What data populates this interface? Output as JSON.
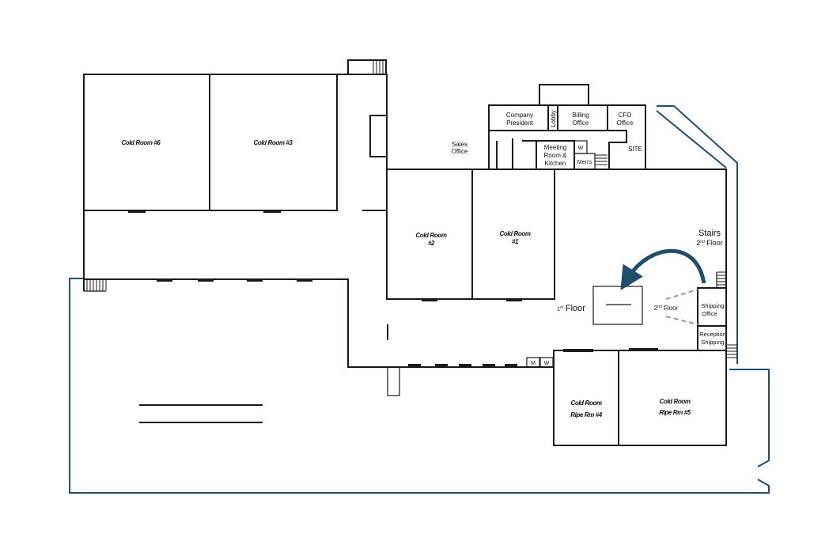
{
  "rooms": {
    "cold_room_6": "Cold Room #6",
    "cold_room_3": "Cold Room #3",
    "cold_room_2": [
      "Cold Room",
      "#2"
    ],
    "cold_room_1": [
      "Cold Room",
      "#1"
    ],
    "cold_room_ripe_4": [
      "Cold Room",
      "Ripe Rm #4"
    ],
    "cold_room_ripe_5": [
      "Cold Room",
      "Ripe Rm #5"
    ],
    "sales_office": [
      "Sales",
      "Office"
    ],
    "company_president": [
      "Company",
      "President"
    ],
    "lobby": "Lobby",
    "billing_office": [
      "Billing",
      "Office"
    ],
    "cfo_office": [
      "CFO",
      "Office"
    ],
    "meeting_room": [
      "Meeting",
      "Room &",
      "Kitchen"
    ],
    "womens_w": "W",
    "mens": "Men's",
    "site": "SITE",
    "stairs": "Stairs",
    "second_floor_stairs": {
      "num": "2",
      "sup": "nd",
      "rest": " Floor"
    },
    "first_floor": {
      "num": "1",
      "sup": "st",
      "rest": " Floor"
    },
    "second_floor_inset": {
      "num": "2",
      "sup": "nd",
      "rest": " Floor"
    },
    "shipping_office": [
      "Shipping",
      "Office"
    ],
    "reception_shipping": [
      "Reception",
      "Shipping"
    ],
    "restroom_m": "M",
    "restroom_w": "W"
  },
  "colors": {
    "walls": "#1a1a1a",
    "property_line": "#1f4e6e",
    "arrow": "#1f4e6e",
    "dashed_link": "#999999"
  }
}
